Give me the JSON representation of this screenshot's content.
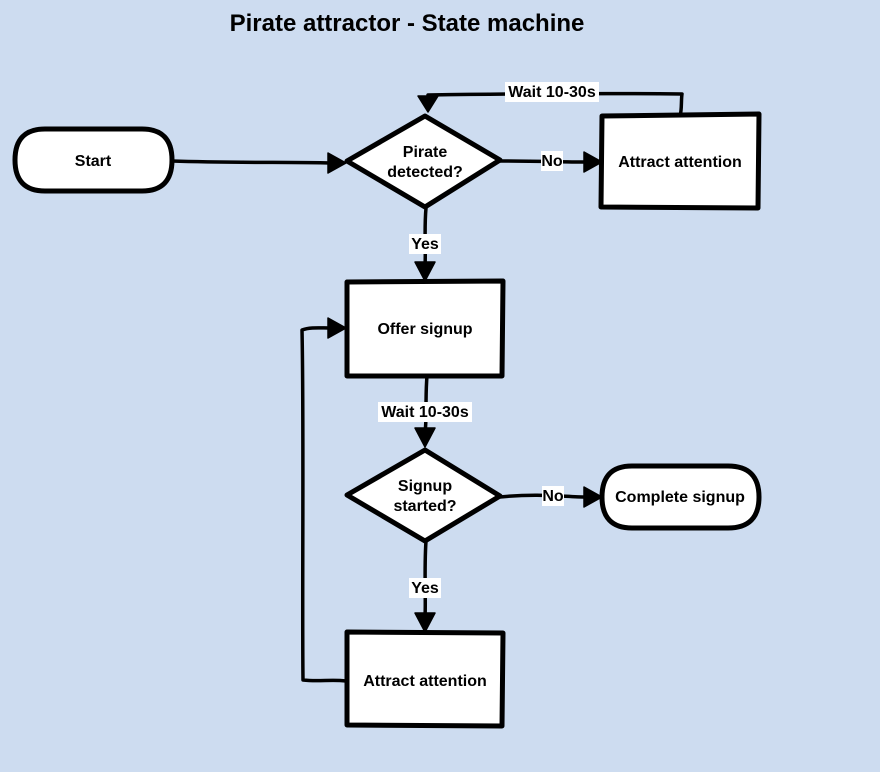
{
  "title": "Pirate attractor - State machine",
  "colors": {
    "background": "#cddcf0",
    "node_fill": "#ffffff",
    "stroke": "#000000"
  },
  "nodes": {
    "start": {
      "label": "Start",
      "shape": "terminal"
    },
    "pirate_detected": {
      "label_lines": [
        "Pirate",
        "detected?"
      ],
      "shape": "decision"
    },
    "attract_attention_top": {
      "label": "Attract attention",
      "shape": "process"
    },
    "offer_signup": {
      "label": "Offer signup",
      "shape": "process"
    },
    "signup_started": {
      "label_lines": [
        "Signup",
        "started?"
      ],
      "shape": "decision"
    },
    "complete_signup": {
      "label": "Complete signup",
      "shape": "terminal"
    },
    "attract_attention_bottom": {
      "label": "Attract attention",
      "shape": "process"
    }
  },
  "edges": {
    "start_to_pirate": {
      "label": ""
    },
    "pirate_no": {
      "label": "No"
    },
    "attract_wait": {
      "label": "Wait 10-30s"
    },
    "pirate_yes": {
      "label": "Yes"
    },
    "offer_wait": {
      "label": "Wait 10-30s"
    },
    "signup_no": {
      "label": "No"
    },
    "signup_yes": {
      "label": "Yes"
    },
    "attract_back_to_offer": {
      "label": ""
    }
  }
}
